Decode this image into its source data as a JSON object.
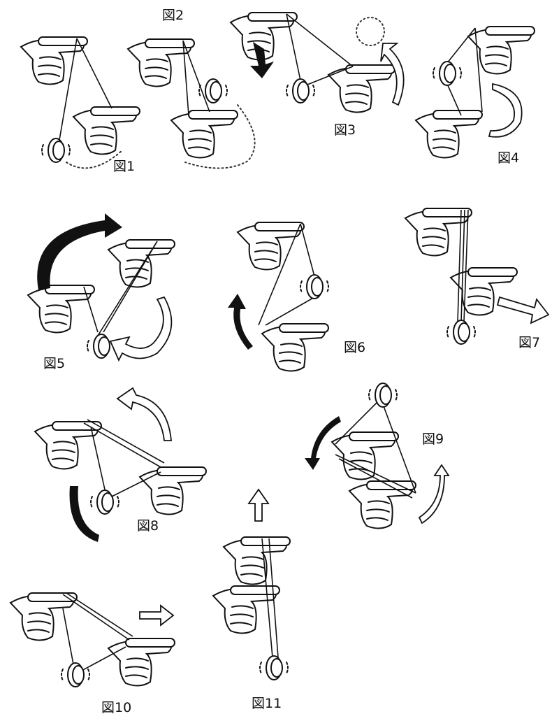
{
  "title": "Yo-yo trick step diagrams",
  "figures": [
    {
      "label": "図1"
    },
    {
      "label": "図2"
    },
    {
      "label": "図3"
    },
    {
      "label": "図4"
    },
    {
      "label": "図5"
    },
    {
      "label": "図6"
    },
    {
      "label": "図7"
    },
    {
      "label": "図8"
    },
    {
      "label": "図9"
    },
    {
      "label": "図10"
    },
    {
      "label": "図11"
    }
  ]
}
